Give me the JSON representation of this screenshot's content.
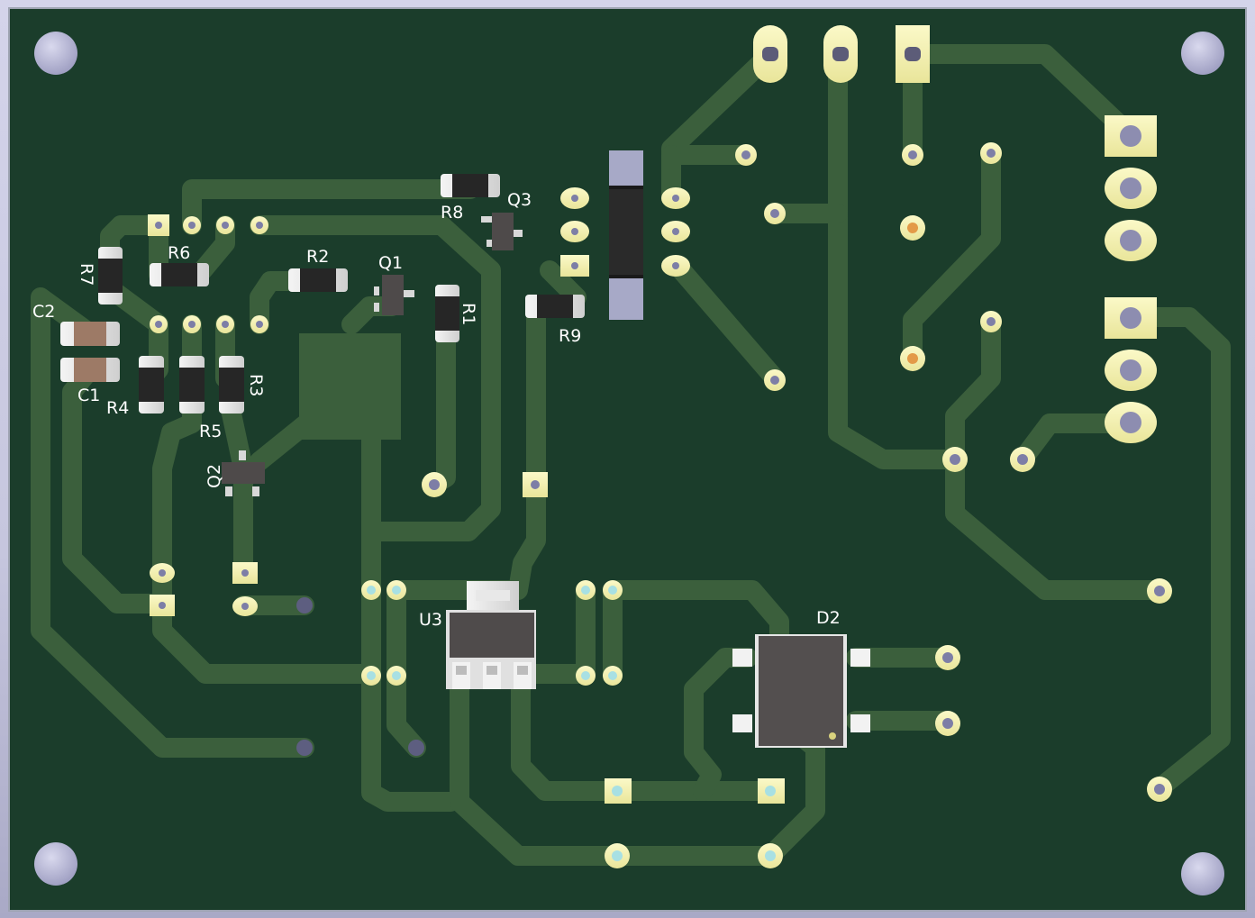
{
  "board": {
    "colors": {
      "substrate": "#1b3d2b",
      "edge": "#9ea4b2",
      "copper": "#3b5f3c",
      "copper_dark": "#2f5233",
      "pad_gold": "#f1eea6",
      "pad_edge": "#d8d48a",
      "hole": "#7d7ea6",
      "hole_cyan": "#a8e0e3",
      "hole_orange": "#e39a48",
      "body_black": "#262626",
      "body_grey": "#5a5656",
      "cap_tan": "#9d7a66",
      "mount_hole": "#c3c3dd",
      "silk": "#ffffff"
    }
  },
  "designators": {
    "C1": "C1",
    "C2": "C2",
    "R1": "R1",
    "R2": "R2",
    "R3": "R3",
    "R4": "R4",
    "R5": "R5",
    "R6": "R6",
    "R7": "R7",
    "R8": "R8",
    "R9": "R9",
    "Q1": "Q1",
    "Q2": "Q2",
    "Q3": "Q3",
    "U3": "U3",
    "D2": "D2"
  }
}
